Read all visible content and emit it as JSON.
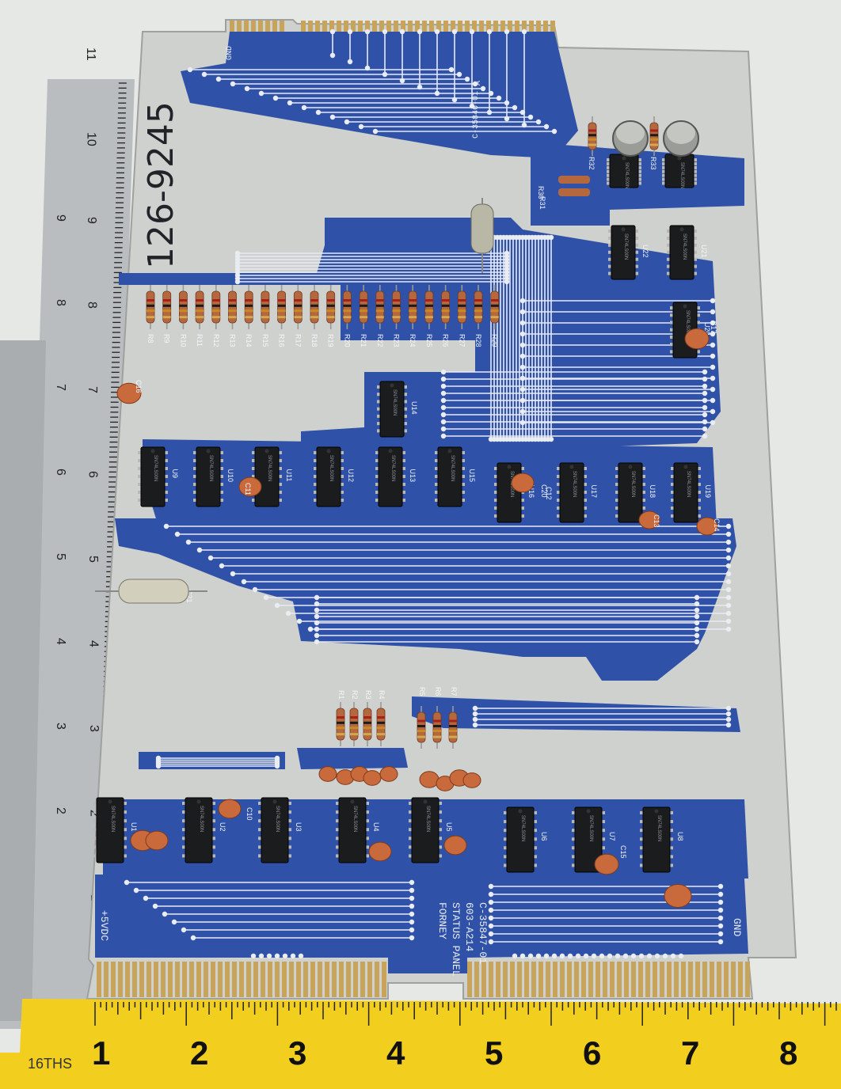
{
  "board": {
    "handwritten_number": "126-9245",
    "silkscreen_part_top": "C-35846-01",
    "silkscreen_rev": "A",
    "label_company": "FORNEY",
    "label_name": "STATUS PANEL",
    "label_code": "603-A214",
    "label_part": "C-35847-01",
    "pin_left": "+5VDC",
    "pin_right": "GND",
    "pin_top": "GND",
    "chip_marking": "SN74LS00N",
    "colors": {
      "solder_mask": "#2f52a8",
      "aluminum": "#cfd1ce",
      "gold": "#c8a45a",
      "ruler_yellow": "#f4d21e"
    }
  },
  "components": {
    "resistor_row": [
      "R8",
      "R9",
      "R10",
      "R11",
      "R12",
      "R13",
      "R14",
      "R15",
      "R16",
      "R17",
      "R18",
      "R19",
      "R20",
      "R21",
      "R22",
      "R23",
      "R24",
      "R25",
      "R26",
      "R27",
      "R28",
      "R29"
    ],
    "resistor_pack_a": [
      "R1",
      "R2",
      "R3",
      "R4"
    ],
    "resistor_pack_b": [
      "R5",
      "R6",
      "R7"
    ],
    "ic_row_middle": [
      "U9",
      "U10",
      "U11",
      "U12",
      "U13",
      "U15",
      "U16",
      "U17",
      "U18",
      "U19"
    ],
    "ic_row_bottom": [
      "U1",
      "U2",
      "U3",
      "U4",
      "U5",
      "U6",
      "U7",
      "U8"
    ],
    "ic_upper": [
      "U14",
      "U20",
      "U21",
      "U22"
    ],
    "cap_labels": [
      "C10",
      "C11",
      "C12",
      "C13",
      "C14",
      "C15",
      "C16",
      "C17",
      "C20",
      "C21"
    ],
    "upper_right_refs": [
      "R30",
      "R31",
      "R32",
      "R33"
    ]
  },
  "rulers": {
    "bottom_label": "16THS",
    "bottom_numbers": [
      "1",
      "2",
      "3",
      "4",
      "5",
      "6",
      "7",
      "8"
    ],
    "left_inch_numbers": [
      "1",
      "2",
      "3",
      "4",
      "5",
      "6",
      "7",
      "8",
      "9",
      "10",
      "11"
    ],
    "left_cm_numbers": [
      "2",
      "3",
      "4",
      "5",
      "6",
      "7",
      "8",
      "9"
    ]
  }
}
